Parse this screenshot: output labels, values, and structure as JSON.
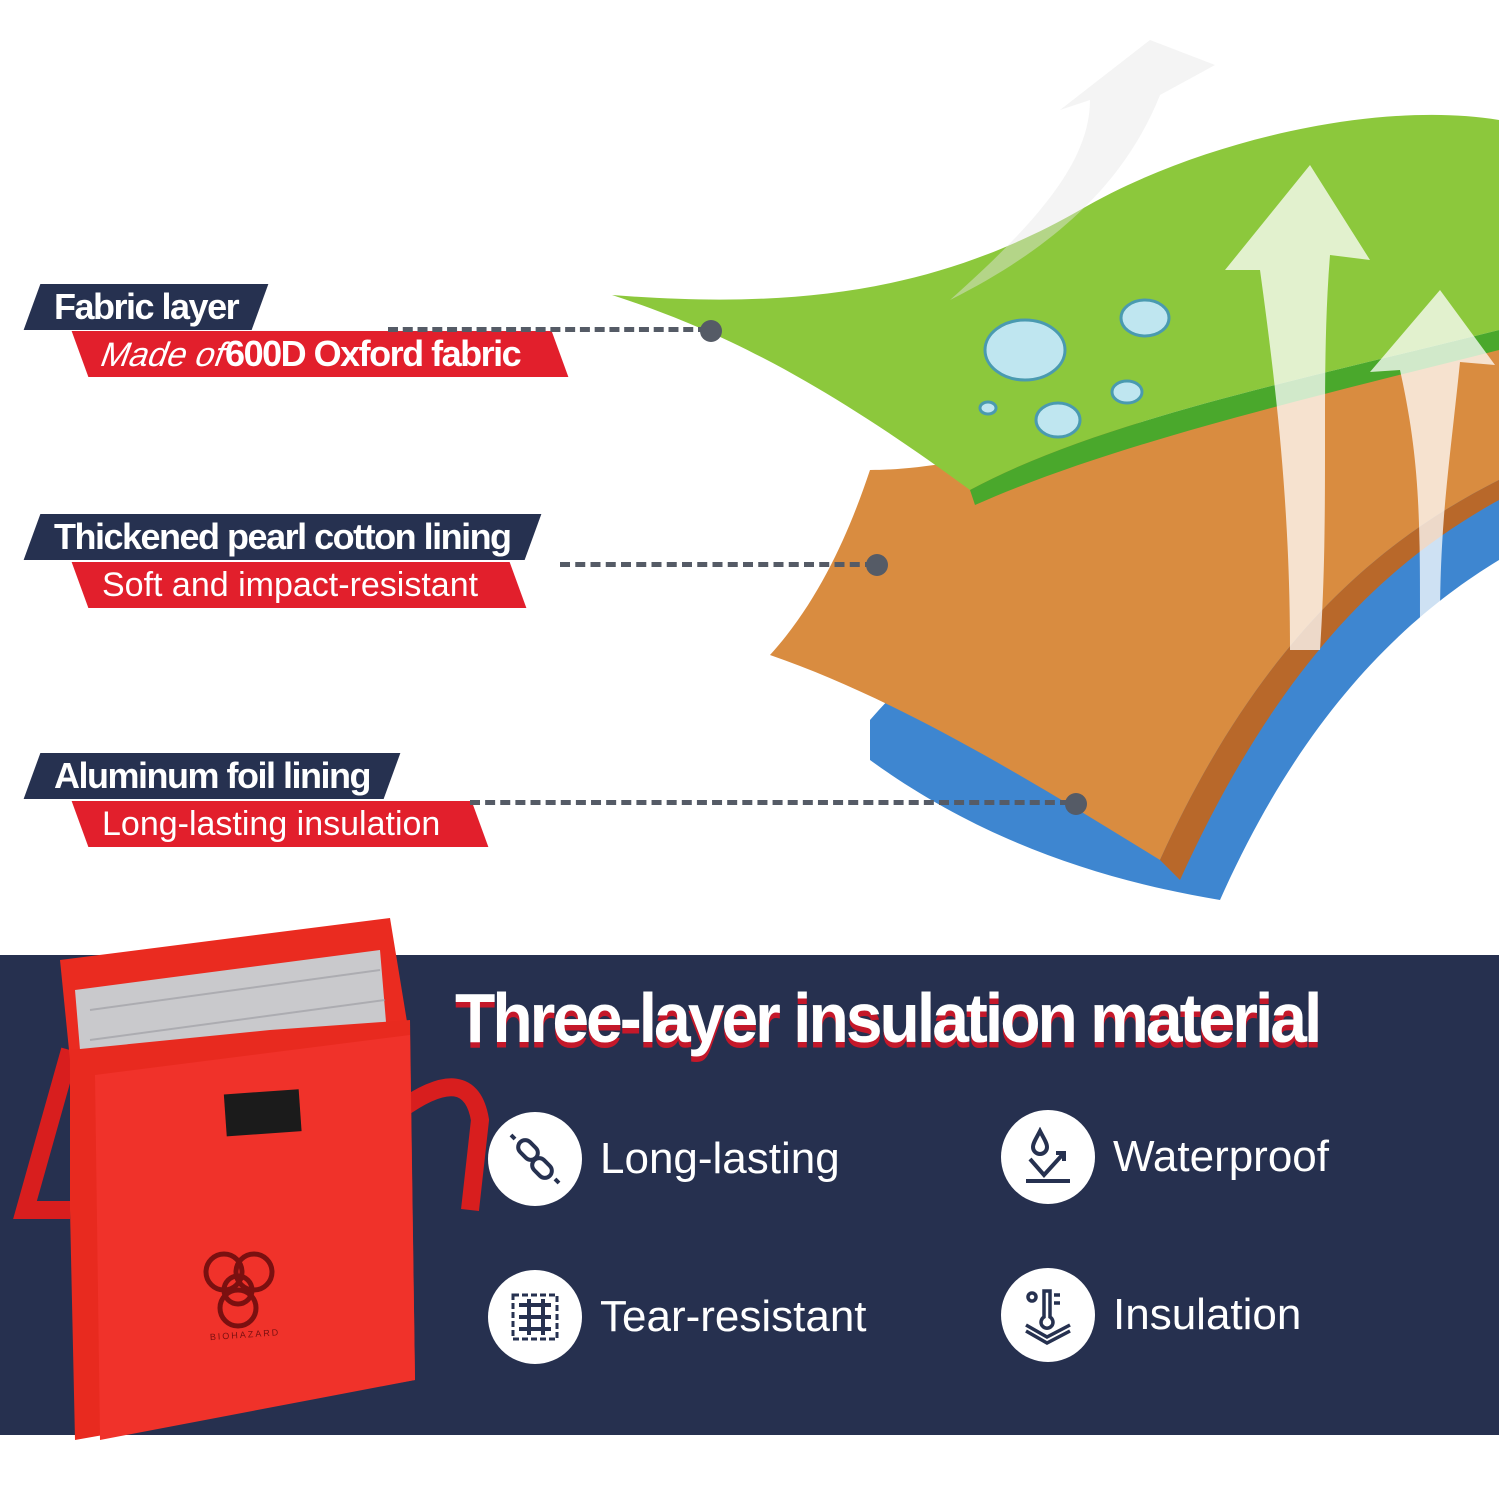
{
  "layers": [
    {
      "title": "Fabric layer",
      "subtitle_prefix": "Made of ",
      "subtitle_bold": "600D Oxford fabric"
    },
    {
      "title": "Thickened pearl cotton lining",
      "subtitle": "Soft and impact-resistant"
    },
    {
      "title": "Aluminum foil lining",
      "subtitle": "Long-lasting insulation"
    }
  ],
  "banner": {
    "headline": "Three-layer insulation material",
    "features": [
      {
        "label": "Long-lasting",
        "icon": "chain-link-icon"
      },
      {
        "label": "Waterproof",
        "icon": "water-drop-deflect-icon"
      },
      {
        "label": "Tear-resistant",
        "icon": "woven-fabric-icon"
      },
      {
        "label": "Insulation",
        "icon": "thermometer-icon"
      }
    ]
  },
  "bag": {
    "print": "BIOHAZARD"
  },
  "colors": {
    "navy": "#263150",
    "red": "#e21f2c",
    "green": "#8cc83c",
    "orange": "#d98c40",
    "blue": "#3e86d0"
  }
}
